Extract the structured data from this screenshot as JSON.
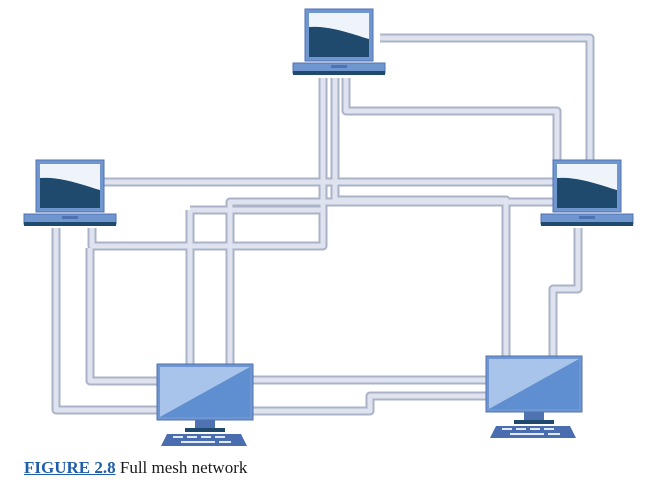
{
  "caption": {
    "figure_label": "FIGURE 2.8",
    "text": " Full mesh network"
  },
  "colors": {
    "cable_fill": "#dfe3ef",
    "cable_outline": "#aab3c7",
    "screen_dark": "#1f4a6e",
    "screen_light": "#ffffff",
    "device_frame": "#6f96cf",
    "device_frame_dark": "#4f72b3",
    "monitor_light": "#a9c4ea",
    "monitor_dark": "#5f8fd0",
    "keyboard": "#4a6db0"
  },
  "nodes": [
    {
      "id": "laptop-top",
      "kind": "laptop"
    },
    {
      "id": "laptop-left",
      "kind": "laptop"
    },
    {
      "id": "laptop-right",
      "kind": "laptop"
    },
    {
      "id": "desktop-left",
      "kind": "desktop"
    },
    {
      "id": "desktop-right",
      "kind": "desktop"
    }
  ],
  "links": [
    [
      "laptop-top",
      "laptop-right"
    ],
    [
      "laptop-top",
      "laptop-right"
    ],
    [
      "laptop-left",
      "laptop-right"
    ],
    [
      "laptop-top",
      "laptop-left"
    ],
    [
      "laptop-top",
      "desktop-right"
    ],
    [
      "laptop-right",
      "desktop-left"
    ],
    [
      "laptop-right",
      "desktop-right"
    ],
    [
      "laptop-left",
      "desktop-left"
    ],
    [
      "laptop-left",
      "desktop-left"
    ],
    [
      "desktop-left",
      "desktop-right"
    ]
  ]
}
